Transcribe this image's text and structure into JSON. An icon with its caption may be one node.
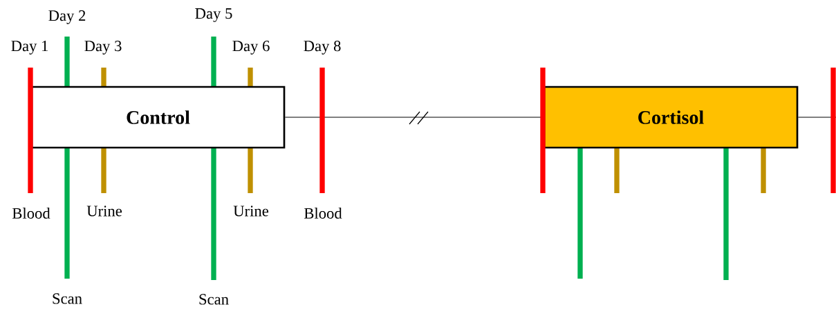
{
  "diagram": {
    "nodes": [
      {
        "text": [
          "Control"
        ]
      },
      {
        "text": [
          "Cortisol"
        ]
      }
    ],
    "edges": [
      {
        "from": 0,
        "to": 1,
        "arrow": "none"
      },
      {
        "from": 1,
        "to": null,
        "arrow": "none"
      }
    ],
    "labels": [
      "Day 2",
      "Day 5",
      "Day 1",
      "Day 3",
      "Day 6",
      "Day 8",
      "Blood",
      "Urine",
      "Urine",
      "Blood",
      "Scan",
      "Scan"
    ]
  }
}
